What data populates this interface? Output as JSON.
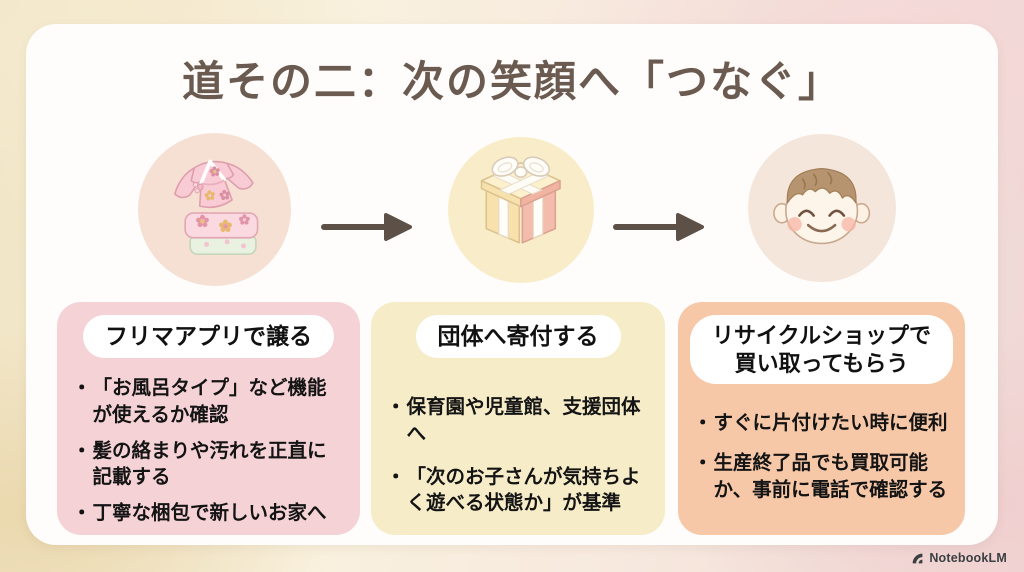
{
  "slide": {
    "title": "道その二：次の笑顔へ「つなぐ」"
  },
  "flow": {
    "step_icons": [
      "baby-clothes",
      "gift-box",
      "smiling-baby"
    ],
    "connector_icon": "arrow-right"
  },
  "cards": [
    {
      "header": "フリマアプリで譲る",
      "bullets": [
        "「お風呂タイプ」など機能が使えるか確認",
        "髪の絡まりや汚れを正直に記載する",
        "丁寧な梱包で新しいお家へ"
      ]
    },
    {
      "header": "団体へ寄付する",
      "bullets": [
        "保育園や児童館、支援団体へ",
        "「次のお子さんが気持ちよく遊べる状態か」が基準"
      ]
    },
    {
      "header": "リサイクルショップで\n買い取ってもらう",
      "bullets": [
        "すぐに片付けたい時に便利",
        "生産終了品でも買取可能か、事前に電話で確認する"
      ]
    }
  ],
  "footer": {
    "brand": "NotebookLM"
  },
  "colors": {
    "title_text": "#6b5a50",
    "arrow": "#5d5046",
    "card_pink": "#f5d2d6",
    "card_yellow": "#f6ecc8",
    "card_salmon": "#f7c8a8",
    "circle_peach": "#f6e0d4",
    "circle_yellow": "#f9edc9",
    "circle_pink": "#f5e6dc",
    "slide_bg": "#fefdfb",
    "bullet_text": "#141414"
  }
}
